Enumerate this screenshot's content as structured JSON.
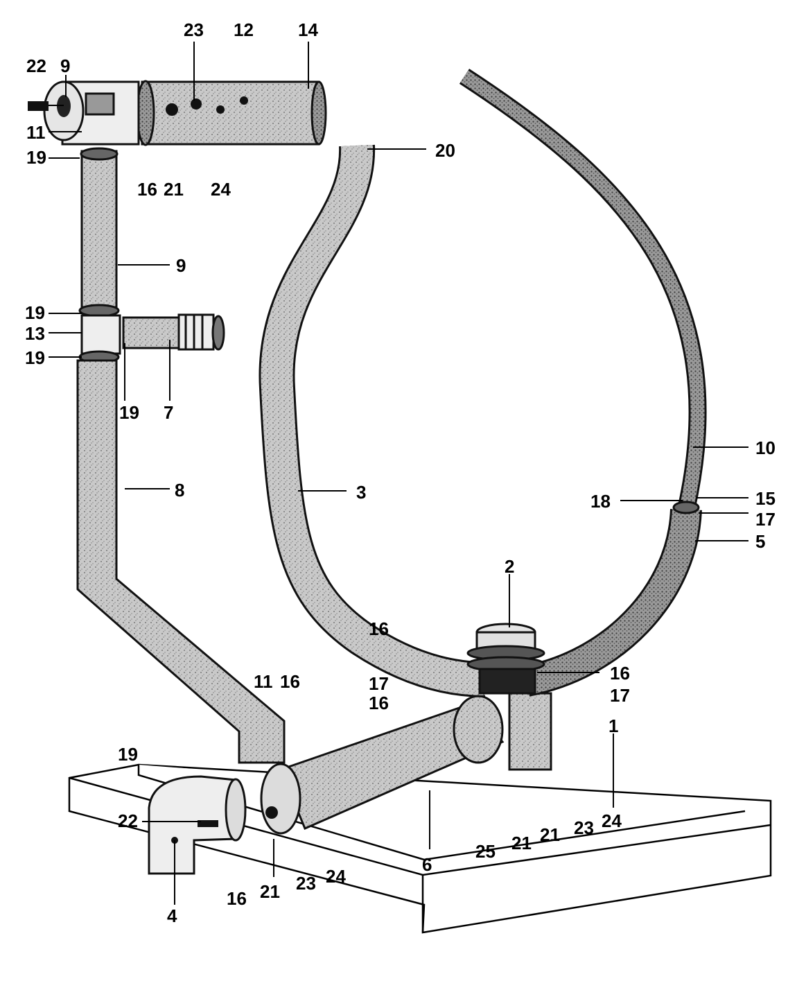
{
  "diagram": {
    "colors": {
      "ink": "#000000",
      "pipe_fill": "#c4c4c4",
      "pipe_dark": "#8a8a8a",
      "background": "#ffffff"
    },
    "labels": {
      "l22a": "22",
      "l9a": "9",
      "l23a": "23",
      "l12": "12",
      "l14": "14",
      "l11a": "11",
      "l19a": "19",
      "l16a": "16",
      "l21a": "21",
      "l24a": "24",
      "l20": "20",
      "l9b": "9",
      "l19b": "19",
      "l13": "13",
      "l19c": "19",
      "l19d": "19",
      "l7": "7",
      "l8": "8",
      "l3": "3",
      "l10": "10",
      "l18": "18",
      "l15": "15",
      "l17a": "17",
      "l5": "5",
      "l2": "2",
      "l16b": "16",
      "l16c": "16",
      "l17b": "17",
      "l16d": "16",
      "l17c": "17",
      "l11b": "11",
      "l16e": "16",
      "l1": "1",
      "l19e": "19",
      "l22b": "22",
      "l23b": "23",
      "l24b": "24",
      "l21b": "21",
      "l21c": "21",
      "l25": "25",
      "l6": "6",
      "l23c": "23",
      "l24c": "24",
      "l16f": "16",
      "l21d": "21",
      "l4": "4"
    }
  }
}
